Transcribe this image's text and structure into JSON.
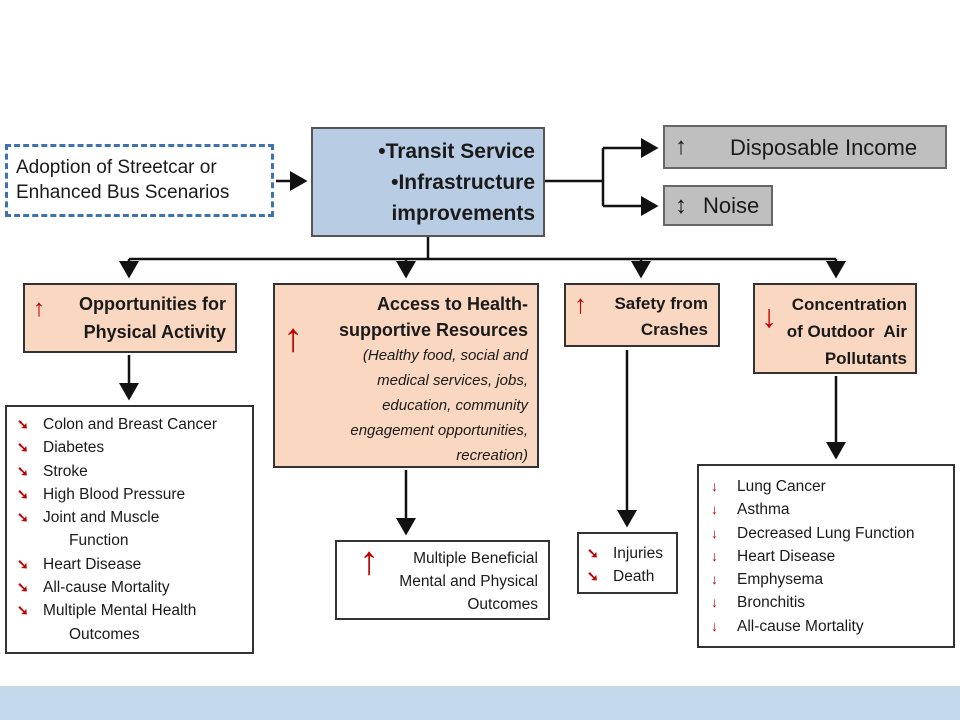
{
  "diagram": {
    "scenario": [
      "Adoption of Streetcar or",
      "Enhanced Bus Scenarios"
    ],
    "transit_box": [
      "•Transit Service",
      "•Infrastructure",
      "improvements"
    ],
    "effects": {
      "income": {
        "icon": "↑",
        "label": "Disposable Income"
      },
      "noise": {
        "icon": "↕",
        "label": "Noise"
      }
    },
    "outcomes": [
      {
        "direction": "up",
        "title": [
          "Opportunities for",
          "Physical Activity"
        ]
      },
      {
        "direction": "up",
        "title": [
          "Access to Health-",
          "supportive Resources"
        ],
        "detail": [
          "(Healthy food, social and",
          "medical services, jobs,",
          "education, community",
          "engagement opportunities,",
          "recreation)"
        ]
      },
      {
        "direction": "up",
        "title": [
          "Safety from",
          "Crashes"
        ]
      },
      {
        "direction": "down",
        "title": [
          "Concentration",
          "of Outdoor  Air",
          "Pollutants"
        ]
      }
    ],
    "health_lists": [
      {
        "items": [
          "Colon and Breast Cancer",
          "Diabetes",
          "Stroke",
          "High Blood Pressure",
          "Joint and Muscle",
          "Function",
          "Heart Disease",
          "All-cause Mortality",
          "Multiple Mental Health",
          "Outcomes"
        ]
      },
      {
        "items": [
          "Multiple Beneficial",
          "Mental and Physical",
          "Outcomes"
        ]
      },
      {
        "items": [
          "Injuries",
          "Death"
        ]
      },
      {
        "items": [
          "Lung Cancer",
          "Asthma",
          "Decreased Lung Function",
          "Heart Disease",
          "Emphysema",
          "Bronchitis",
          "All-cause Mortality"
        ]
      }
    ],
    "colors": {
      "scenario_border": "#3f72b0",
      "transit_fill": "#b8cce4",
      "outcome_fill": "#fad7c0",
      "arrow_red": "#c00000",
      "grey_box": "#bfbfbf"
    }
  }
}
